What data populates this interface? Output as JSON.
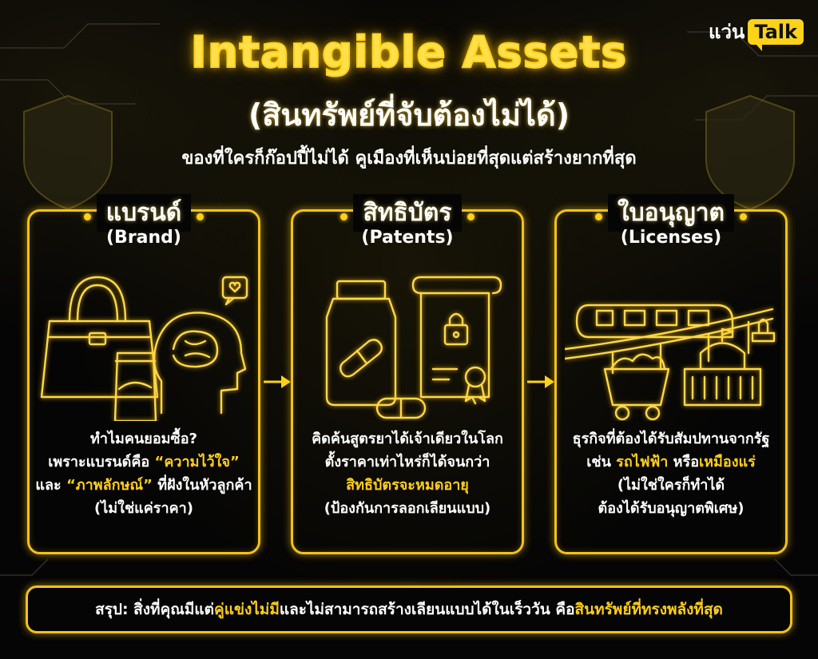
{
  "logo": {
    "prefix": "แว่น",
    "bubble": "Talk"
  },
  "header": {
    "title": "Intangible Assets",
    "title_thai": "(สินทรัพย์ที่จับต้องไม่ได้)",
    "subtitle": "ของที่ใครก็ก๊อปปี้ไม่ได้ คูเมืองที่เห็นบ่อยที่สุดแต่สร้างยากที่สุด"
  },
  "cards": [
    {
      "title": "แบรนด์",
      "subtitle": "(Brand)",
      "lines": {
        "l1": "ทำไมคนยอมซื้อ?",
        "l2a": "เพราะแบรนด์คือ ",
        "l2b": "“ความไว้ใจ”",
        "l3a": "และ ",
        "l3b": "“ภาพลักษณ์”",
        "l3c": " ที่ฝังในหัวลูกค้า",
        "l4": "(ไม่ใช่แค่ราคา)"
      }
    },
    {
      "title": "สิทธิบัตร",
      "subtitle": "(Patents)",
      "lines": {
        "l1": "คิดค้นสูตรยาได้เจ้าเดียวในโลก",
        "l2": "ตั้งราคาเท่าไหร่ก็ได้จนกว่า",
        "l3": "สิทธิบัตรจะหมดอายุ",
        "l4": "(ป้องกันการลอกเลียนแบบ)"
      }
    },
    {
      "title": "ใบอนุญาต",
      "subtitle": "(Licenses)",
      "lines": {
        "l1": "ธุรกิจที่ต้องได้รับสัมปทานจากรัฐ",
        "l2a": "เช่น ",
        "l2b": "รถไฟฟ้า",
        "l2c": " หรือ",
        "l2d": "เหมืองแร่",
        "l3": "(ไม่ใช่ใครก็ทำได้",
        "l4": "ต้องได้รับอนุญาตพิเศษ)"
      }
    }
  ],
  "footer": {
    "a": "สรุป: สิ่งที่คุณมีแต่",
    "b": "คู่แข่งไม่มี",
    "c": " และไม่สามารถสร้างเลียนแบบได้ในเร็ววัน คือ",
    "d": "สินทรัพย์ที่ทรงพลังที่สุด"
  },
  "colors": {
    "accent": "#ffd21a",
    "background": "#050505",
    "text": "#ffffff"
  },
  "icons": [
    "handbag-icon",
    "cola-can-icon",
    "brain-head-icon",
    "heart-bubble-icon",
    "pill-bottle-icon",
    "capsule-icon",
    "patent-certificate-icon",
    "lock-icon",
    "sky-train-icon",
    "mine-cart-icon",
    "government-building-icon",
    "stamp-icon",
    "shield-icon",
    "arrow-right-icon"
  ]
}
